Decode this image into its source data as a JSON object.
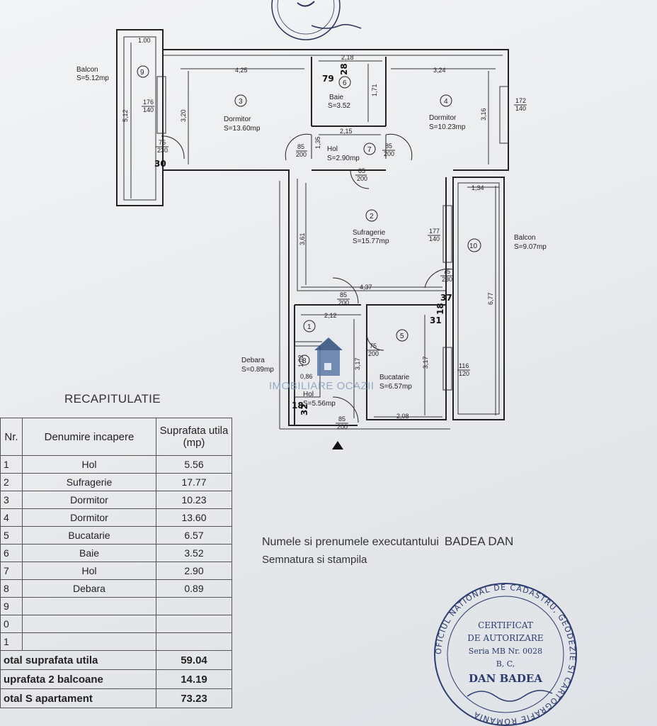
{
  "plan": {
    "rooms": [
      {
        "num": "1",
        "name": "",
        "area": ""
      },
      {
        "num": "2",
        "name": "Sufragerie",
        "area": "S=15.77mp"
      },
      {
        "num": "3",
        "name": "Dormitor",
        "area": "S=13.60mp"
      },
      {
        "num": "4",
        "name": "Dormitor",
        "area": "S=10.23mp"
      },
      {
        "num": "5",
        "name": "",
        "area": ""
      },
      {
        "num": "6",
        "name": "Baie",
        "area": "S=3.52"
      },
      {
        "num": "7",
        "name": "Hol",
        "area": "S=2.90mp"
      },
      {
        "num": "8",
        "name": "",
        "area": ""
      },
      {
        "num": "9",
        "name": "Balcon",
        "area": "S=5.12mp"
      },
      {
        "num": "10",
        "name": "Balcon",
        "area": "S=9.07mp"
      }
    ],
    "extra_labels": {
      "debara_name": "Debara",
      "debara_area": "S=0.89mp",
      "bucatarie_name": "Bucatarie",
      "bucatarie_area": "S=6.57mp",
      "hol1_name": "Hol",
      "hol1_area": "S=5.56mp"
    },
    "dimensions": {
      "d1": "1.00",
      "d2": "4,25",
      "d3": "2,18",
      "d4": "3,24",
      "d5": "5,12",
      "d6": "3,20",
      "d7": "1,71",
      "d8": "3,16",
      "d9": "2,15",
      "d10": "1,35",
      "d11": "1,34",
      "d12": "3,61",
      "d13": "4,37",
      "d14": "6,77",
      "d15": "2,12",
      "d16": "3,17",
      "d17": "3,17",
      "d18": "2,08",
      "d19": "1,02",
      "d20": "0,86"
    },
    "openings": {
      "w1": "176\n140",
      "w2": "172\n140",
      "w3": "177\n140",
      "w4": "116\n120",
      "o1": "75\n230",
      "o2": "85\n200",
      "o3": "85\n200",
      "o4": "85\n200",
      "o5": "75\n230",
      "o6": "85\n200",
      "o7": "75\n200",
      "o8": "85\n200"
    },
    "handwritten": [
      "79",
      "28",
      "30",
      "37",
      "18",
      "31",
      "18",
      "32"
    ]
  },
  "recap": {
    "title": "RECAPITULATIE",
    "headers": [
      "Nr.",
      "Denumire incapere",
      "Suprafata utila (mp)"
    ],
    "rows": [
      {
        "nr": "1",
        "name": "Hol",
        "val": "5.56"
      },
      {
        "nr": "2",
        "name": "Sufragerie",
        "val": "17.77"
      },
      {
        "nr": "3",
        "name": "Dormitor",
        "val": "10.23"
      },
      {
        "nr": "4",
        "name": "Dormitor",
        "val": "13.60"
      },
      {
        "nr": "5",
        "name": "Bucatarie",
        "val": "6.57"
      },
      {
        "nr": "6",
        "name": "Baie",
        "val": "3.52"
      },
      {
        "nr": "7",
        "name": "Hol",
        "val": "2.90"
      },
      {
        "nr": "8",
        "name": "Debara",
        "val": "0.89"
      },
      {
        "nr": "9",
        "name": "",
        "val": ""
      },
      {
        "nr": "0",
        "name": "",
        "val": ""
      },
      {
        "nr": "1",
        "name": "",
        "val": ""
      }
    ],
    "totals": [
      {
        "label": "otal suprafata utila",
        "val": "59.04"
      },
      {
        "label": "uprafata 2 balcoane",
        "val": "14.19"
      },
      {
        "label": "otal S apartament",
        "val": "73.23"
      }
    ]
  },
  "executant": {
    "label": "Numele si prenumele executantului",
    "name": "BADEA DAN",
    "signature_label": "Semnatura si stampila"
  },
  "stamp": {
    "ring_text": "OFICIUL NATIONAL DE CADASTRU, GEODEZIE SI CARTOGRAFIE ROMANIA",
    "line1": "CERTIFICAT",
    "line2": "DE AUTORIZARE",
    "line3": "Seria MB Nr. 0028",
    "line4": "B, C,",
    "line5": "DAN BADEA"
  },
  "watermark": "IMOBILIARE OCAZII"
}
